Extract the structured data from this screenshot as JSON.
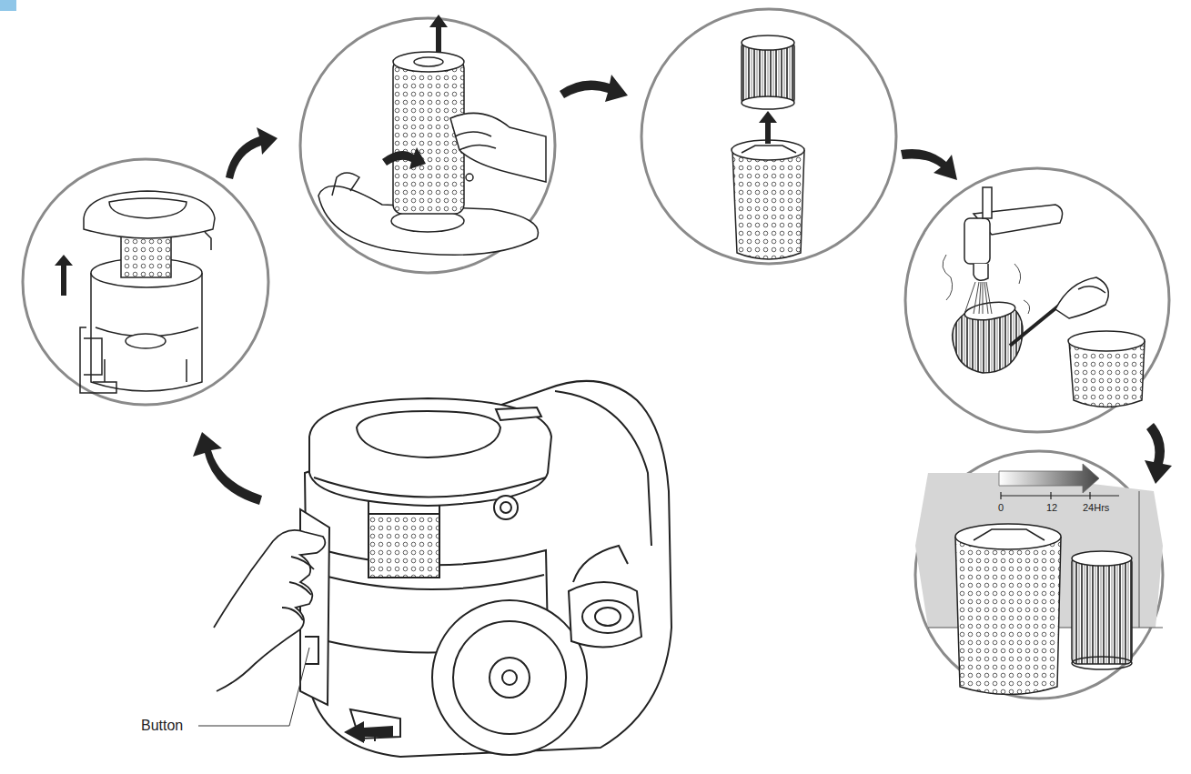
{
  "diagram": {
    "labels": [
      "Button",
      "0",
      "12",
      "24Hrs"
    ]
  }
}
